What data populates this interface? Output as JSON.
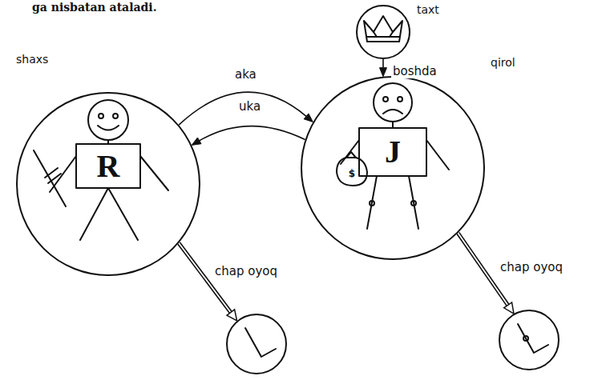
{
  "diagram": {
    "nodes": [
      {
        "text": [
          "taxt"
        ]
      },
      {
        "text": [
          "shaxs"
        ]
      },
      {
        "text": [
          "qirol"
        ]
      },
      {
        "text": []
      },
      {
        "text": []
      }
    ],
    "edges": [
      {
        "from": 0,
        "to": 2,
        "label": "boshda",
        "arrow": "to"
      },
      {
        "from": 1,
        "to": 2,
        "label": "aka",
        "arrow": "to"
      },
      {
        "from": 2,
        "to": 1,
        "label": "uka",
        "arrow": "to"
      },
      {
        "from": 1,
        "to": 3,
        "label": "chap oyoq",
        "arrow": "to"
      },
      {
        "from": 2,
        "to": 4,
        "label": "chap oyoq",
        "arrow": "to"
      }
    ],
    "labels": [
      "ga nisbatan ataladi.",
      "R",
      "J",
      "$"
    ]
  }
}
